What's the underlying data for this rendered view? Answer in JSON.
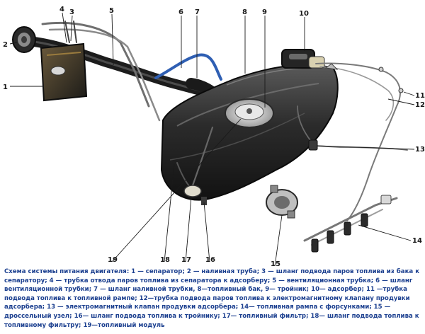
{
  "diagram": {
    "labels": [
      {
        "id": "1",
        "text": "1"
      },
      {
        "id": "2",
        "text": "2"
      },
      {
        "id": "3",
        "text": "3"
      },
      {
        "id": "4",
        "text": "4"
      },
      {
        "id": "5",
        "text": "5"
      },
      {
        "id": "6",
        "text": "6"
      },
      {
        "id": "7",
        "text": "7"
      },
      {
        "id": "8",
        "text": "8"
      },
      {
        "id": "9",
        "text": "9"
      },
      {
        "id": "10",
        "text": "10"
      },
      {
        "id": "11",
        "text": "11"
      },
      {
        "id": "12",
        "text": "12"
      },
      {
        "id": "13",
        "text": "13"
      },
      {
        "id": "14",
        "text": "14"
      },
      {
        "id": "15",
        "text": "15"
      },
      {
        "id": "16",
        "text": "16"
      },
      {
        "id": "17",
        "text": "17"
      },
      {
        "id": "18",
        "text": "18"
      },
      {
        "id": "19",
        "text": "19"
      }
    ],
    "colors": {
      "tank": "#2a2a2a",
      "tank_highlight": "#6e6e6e",
      "hose_blue": "#2f5fb3",
      "tube": "#7a7a7a",
      "background": "#ffffff",
      "caption": "#1b3f8f"
    }
  },
  "caption": "Схема системы питания двигателя: 1 — сепаратор; 2 — наливная труба; 3 — шланг подвода паров топлива из бака к сепаратору; 4 — трубка отвода паров топлива из сепаратора к адсорберу; 5 — вентиляционная трубка; 6 — шланг вентиляционной трубки; 7 — шланг наливной трубки, 8—топливный бак, 9— тройник; 10— адсорбер; 11 —трубка подвода топлива к топливной рампе; 12—трубка подвода паров топлива к электромагнитному клапану продувки адсорбера; 13 — электромагнитный клапан продувки адсорбера; 14— топливная рампа с форсунками; 15 — дроссельный узел; 16— шланг подвода топлива к тройнику; 17— топливный фильтр; 18— шланг подвода топлива к топливному фильтру; 19—топливный модуль"
}
